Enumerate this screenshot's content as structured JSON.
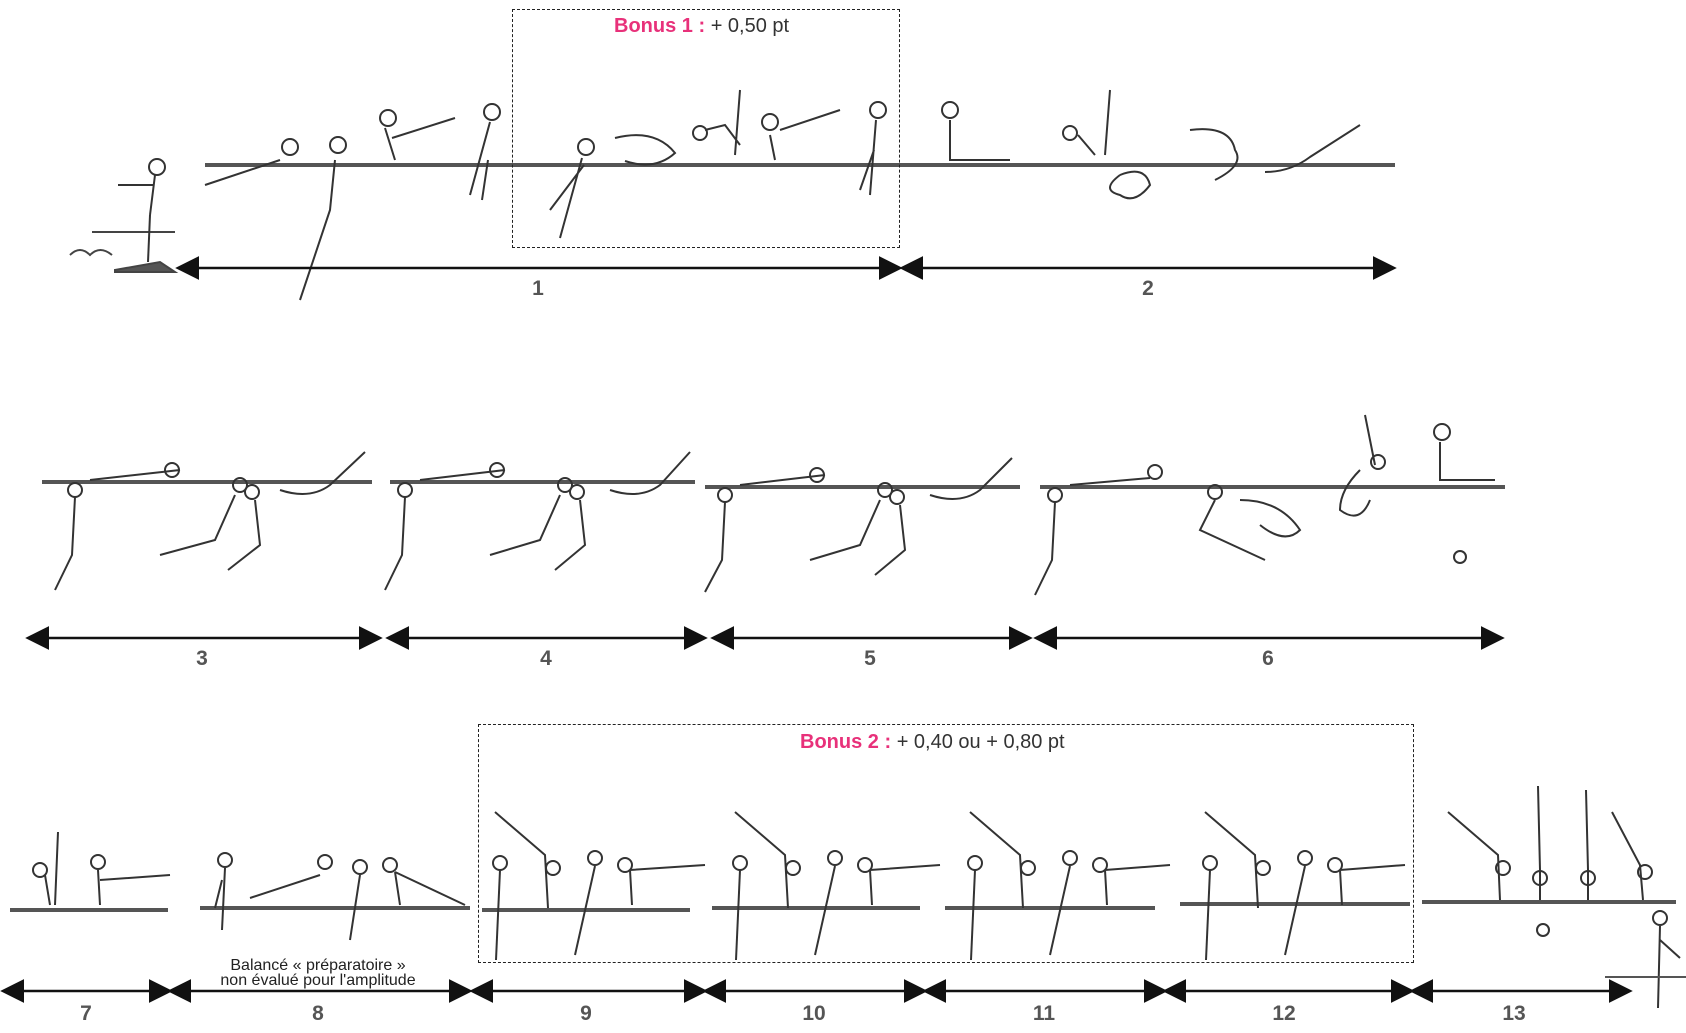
{
  "bonus1": {
    "label": "Bonus 1 :",
    "value": "+ 0,50 pt"
  },
  "bonus2": {
    "label": "Bonus 2 :",
    "value": "+ 0,40 ou + 0,80 pt"
  },
  "phase_numbers": [
    "1",
    "2",
    "3",
    "4",
    "5",
    "6",
    "7",
    "8",
    "9",
    "10",
    "11",
    "12",
    "13"
  ],
  "note_phase_8": {
    "line1": "Balancé « préparatoire »",
    "line2": "non évalué pour l'amplitude"
  },
  "colors": {
    "bonus_label": "#e8317a",
    "ink": "#222222",
    "beam": "#555555"
  },
  "icons": [
    "gymnast-figure-icon",
    "springboard-icon",
    "double-arrow-icon"
  ]
}
